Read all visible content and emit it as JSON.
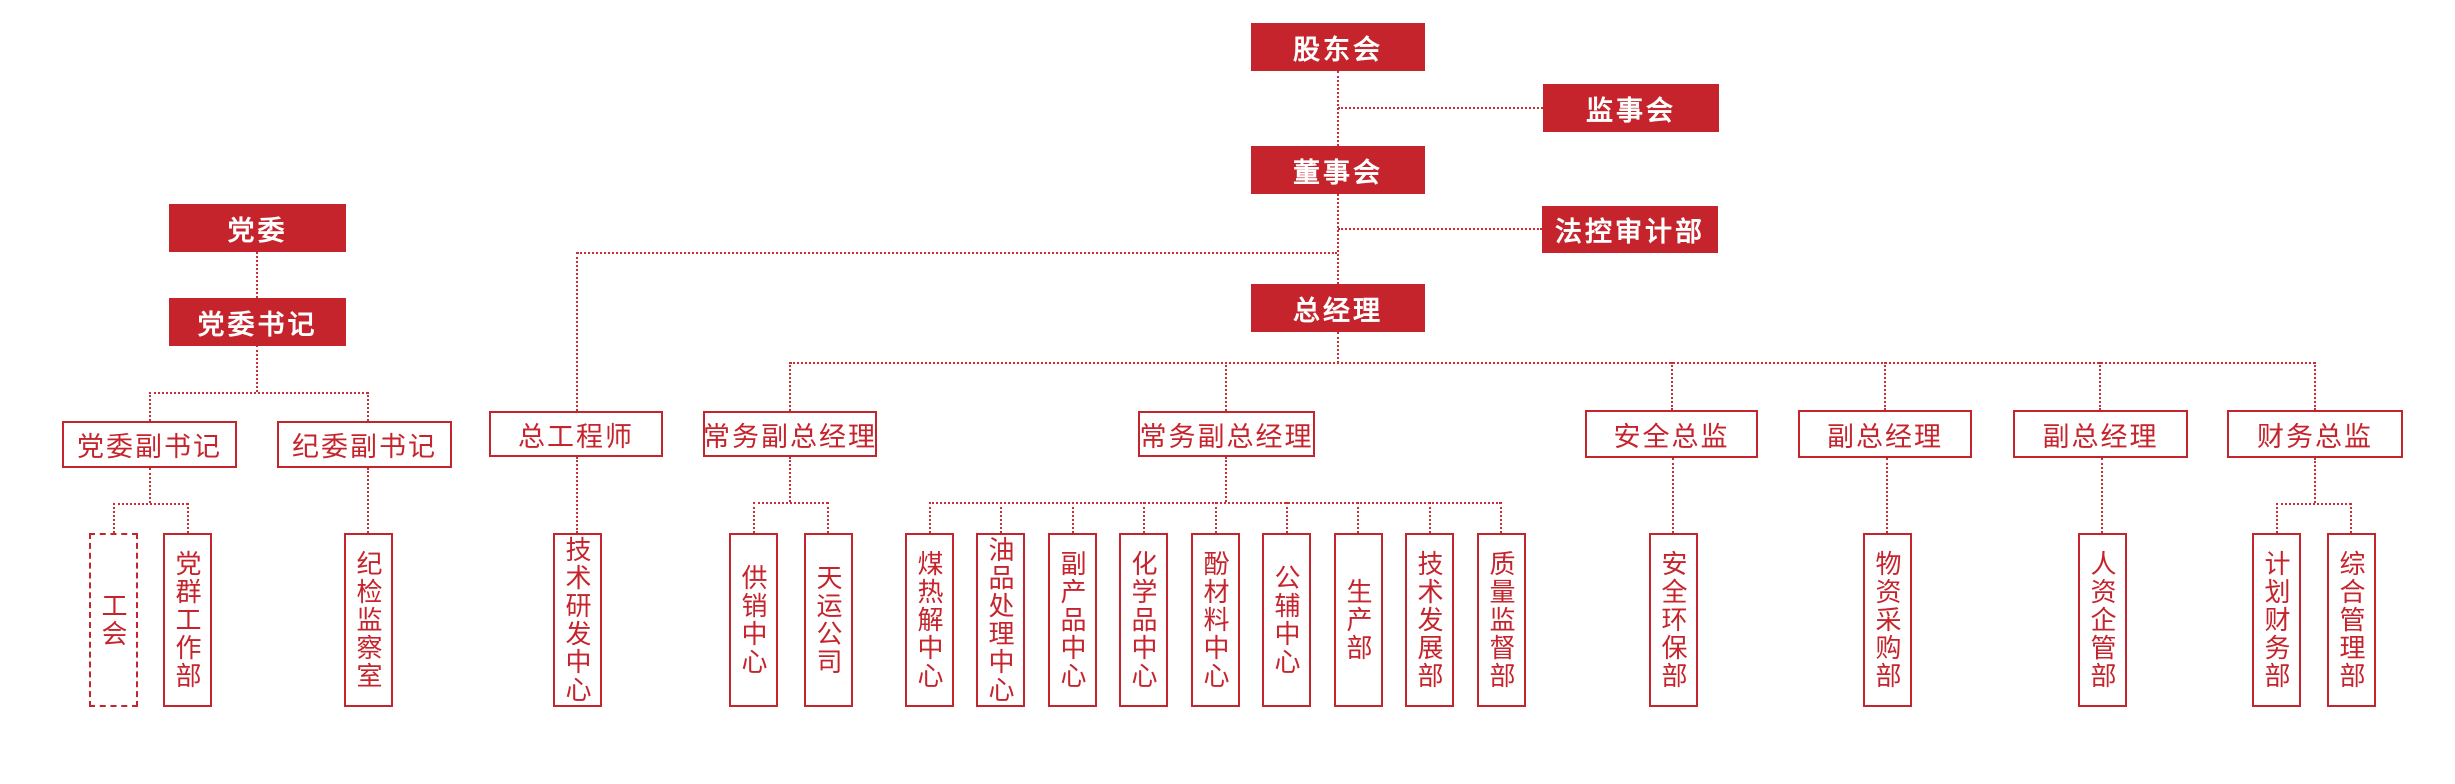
{
  "colors": {
    "brand_red": "#c5242c",
    "connector_red": "#cb2f36",
    "background": "#ffffff",
    "text_on_fill": "#ffffff"
  },
  "nodes": {
    "shareholders_meeting": "股东会",
    "supervisory_board": "监事会",
    "board_of_directors": "董事会",
    "legal_audit_dept": "法控审计部",
    "general_manager": "总经理",
    "party_committee": "党委",
    "party_secretary": "党委书记",
    "deputy_party_secretary": "党委副书记",
    "deputy_discipline_secretary": "纪委副书记",
    "labor_union": "工会",
    "party_masses_work_dept": "党群工作部",
    "discipline_inspection_office": "纪检监察室",
    "chief_engineer": "总工程师",
    "exec_deputy_gm_1": "常务副总经理",
    "exec_deputy_gm_2": "常务副总经理",
    "safety_director": "安全总监",
    "deputy_gm_1": "副总经理",
    "deputy_gm_2": "副总经理",
    "finance_director": "财务总监",
    "tech_rd_center": "技术研发中心",
    "supply_marketing_center": "供销中心",
    "tianyun_company": "天运公司",
    "coal_pyrolysis_center": "煤热解中心",
    "oil_processing_center": "油品处理中心",
    "byproduct_center": "副产品中心",
    "chemical_center": "化学品中心",
    "phenol_material_center": "酚材料中心",
    "utility_center": "公辅中心",
    "production_dept": "生产部",
    "tech_development_dept": "技术发展部",
    "quality_supervision_dept": "质量监督部",
    "safety_env_dept": "安全环保部",
    "material_procurement_dept": "物资采购部",
    "hr_enterprise_mgmt_dept": "人资企管部",
    "planning_finance_dept": "计划财务部",
    "general_management_dept": "综合管理部"
  },
  "hierarchy": {
    "shareholders_meeting": [
      "supervisory_board",
      "board_of_directors"
    ],
    "board_of_directors": [
      "legal_audit_dept",
      "general_manager"
    ],
    "general_manager": [
      "chief_engineer",
      "exec_deputy_gm_1",
      "exec_deputy_gm_2",
      "safety_director",
      "deputy_gm_1",
      "deputy_gm_2",
      "finance_director"
    ],
    "chief_engineer": [
      "tech_rd_center"
    ],
    "exec_deputy_gm_1": [
      "supply_marketing_center",
      "tianyun_company"
    ],
    "exec_deputy_gm_2": [
      "coal_pyrolysis_center",
      "oil_processing_center",
      "byproduct_center",
      "chemical_center",
      "phenol_material_center",
      "utility_center",
      "production_dept",
      "tech_development_dept",
      "quality_supervision_dept"
    ],
    "safety_director": [
      "safety_env_dept"
    ],
    "deputy_gm_1": [
      "material_procurement_dept"
    ],
    "deputy_gm_2": [
      "hr_enterprise_mgmt_dept"
    ],
    "finance_director": [
      "planning_finance_dept",
      "general_management_dept"
    ],
    "party_committee": [
      "party_secretary"
    ],
    "party_secretary": [
      "deputy_party_secretary",
      "deputy_discipline_secretary"
    ],
    "deputy_party_secretary": [
      "labor_union",
      "party_masses_work_dept"
    ],
    "deputy_discipline_secretary": [
      "discipline_inspection_office"
    ]
  }
}
